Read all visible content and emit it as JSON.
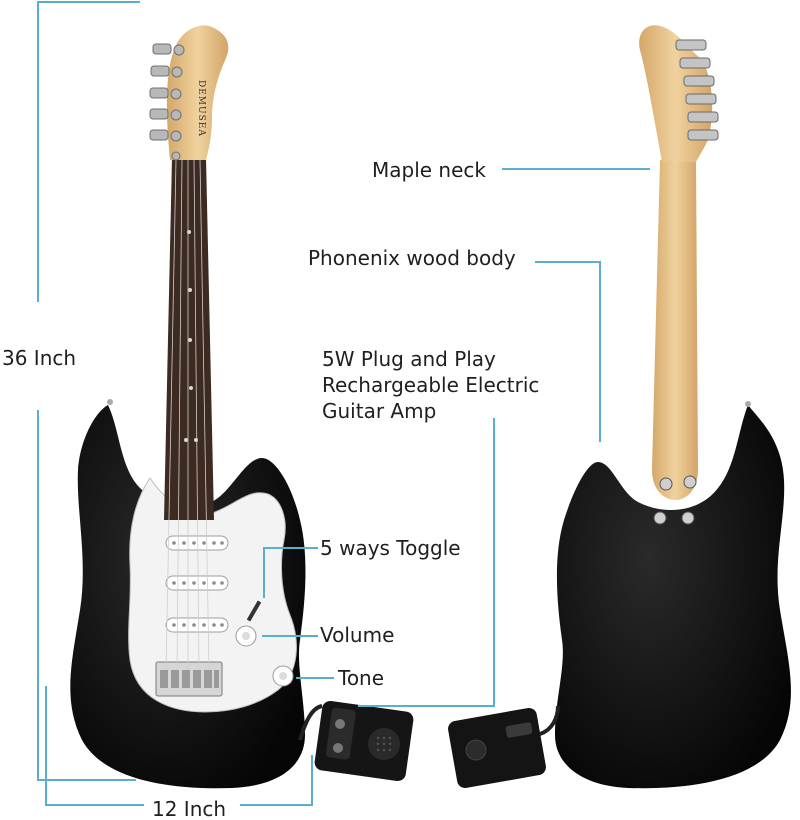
{
  "labels": {
    "maple_neck": "Maple neck",
    "wood_body": "Phonenix wood body",
    "amp_line1": "5W Plug and Play",
    "amp_line2": "Rechargeable Electric",
    "amp_line3": "Guitar Amp",
    "toggle": "5 ways Toggle",
    "volume": "Volume",
    "tone": "Tone",
    "height": "36 Inch",
    "width": "12 Inch"
  },
  "brand": "DEMUSEA",
  "colors": {
    "callout_line": "#5aaed0",
    "body": "#0a0a0a",
    "pickguard": "#f5f5f5",
    "maple": "#e3c08a",
    "fretboard": "#3a2a22",
    "hardware": "#c8c8c8"
  }
}
